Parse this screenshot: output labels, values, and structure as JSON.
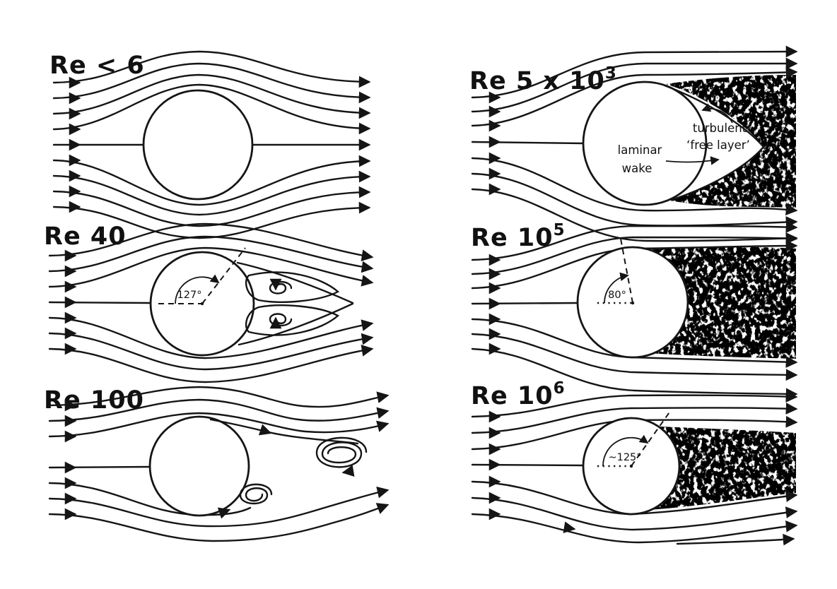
{
  "colors": {
    "ink": "#151515",
    "background": "#ffffff"
  },
  "panels": [
    {
      "id": "re-less-6",
      "label": "Re < 6"
    },
    {
      "id": "re-40",
      "label": "Re 40",
      "angle_label": "127°"
    },
    {
      "id": "re-100",
      "label": "Re 100"
    },
    {
      "id": "re-5e3",
      "label": "Re 5 x 10",
      "label_sup": "3",
      "annotations": {
        "laminar_1": "laminar",
        "laminar_2": "wake",
        "turbulent_1": "turbulent",
        "turbulent_2": "‘free layer’"
      }
    },
    {
      "id": "re-1e5",
      "label": "Re 10",
      "label_sup": "5",
      "angle_label": "80°"
    },
    {
      "id": "re-1e6",
      "label": "Re 10",
      "label_sup": "6",
      "angle_label": "~125°"
    }
  ]
}
